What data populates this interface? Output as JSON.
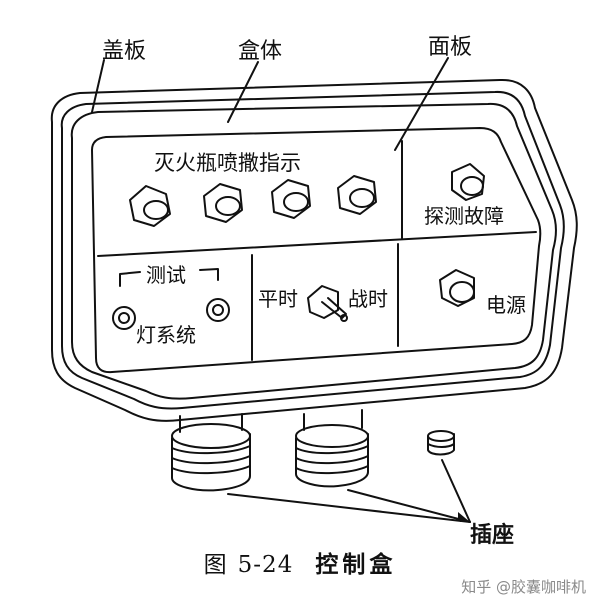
{
  "labels": {
    "cover": "盖板",
    "body": "盒体",
    "panel": "面板",
    "sockets": "插座"
  },
  "panel_text": {
    "extinguisher_indicator": "灭火瓶喷撒指示",
    "detect_fault": "探测故障",
    "test": "测试",
    "lamp_system": "灯系统",
    "peacetime": "平时",
    "wartime": "战时",
    "power": "电源"
  },
  "caption": {
    "figure": "图",
    "number": "5-24",
    "title": "控制盒"
  },
  "watermark": "知乎 @胶囊咖啡机"
}
